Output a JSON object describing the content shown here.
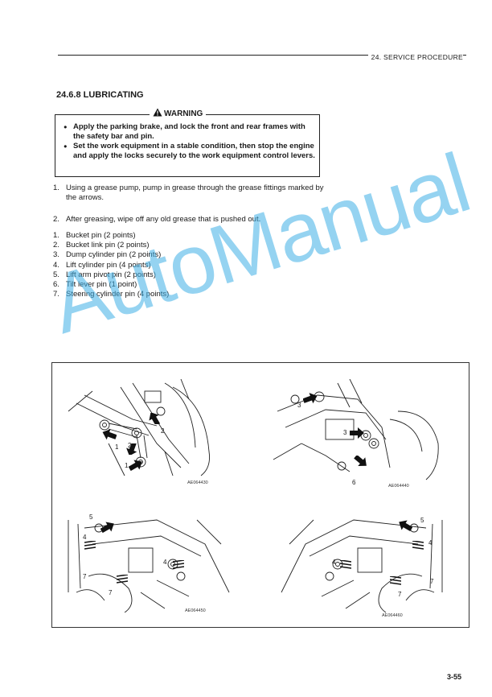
{
  "header": {
    "section": "24. SERVICE PROCEDURE"
  },
  "title": "24.6.8 LUBRICATING",
  "warning": {
    "label": "WARNING",
    "items": [
      "Apply the parking brake, and lock the front and rear frames with the safety bar and pin.",
      "Set the work equipment in a stable condition, then stop the engine and apply the locks securely to the work equipment control levers."
    ]
  },
  "steps": [
    {
      "num": "1.",
      "text": "Using a grease pump, pump in grease through the grease fittings marked by the arrows."
    },
    {
      "num": "2.",
      "text": "After greasing, wipe off any old grease that is pushed out."
    }
  ],
  "points": [
    {
      "num": "1.",
      "text": "Bucket pin (2 points)"
    },
    {
      "num": "2.",
      "text": "Bucket link pin (2 points)"
    },
    {
      "num": "3.",
      "text": "Dump cylinder pin (2 points)"
    },
    {
      "num": "4.",
      "text": "Lift cylinder pin (4 points)"
    },
    {
      "num": "5.",
      "text": "Lift arm pivot pin (2 points)"
    },
    {
      "num": "6.",
      "text": "Tilt lever pin (1 point)"
    },
    {
      "num": "7.",
      "text": "Steering cylinder pin (4 points)"
    }
  ],
  "figures": {
    "p1": {
      "code": "AE064430",
      "labels": [
        "1",
        "2",
        "2",
        "1"
      ]
    },
    "p2": {
      "code": "AE064440",
      "labels": [
        "3",
        "3",
        "6"
      ]
    },
    "p3": {
      "code": "AE064450",
      "labels": [
        "5",
        "4",
        "4",
        "7",
        "7"
      ]
    },
    "p4": {
      "code": "AE064460",
      "labels": [
        "5",
        "4",
        "4",
        "7",
        "7"
      ]
    }
  },
  "watermark": "AutoManual",
  "page_number": "3-55"
}
